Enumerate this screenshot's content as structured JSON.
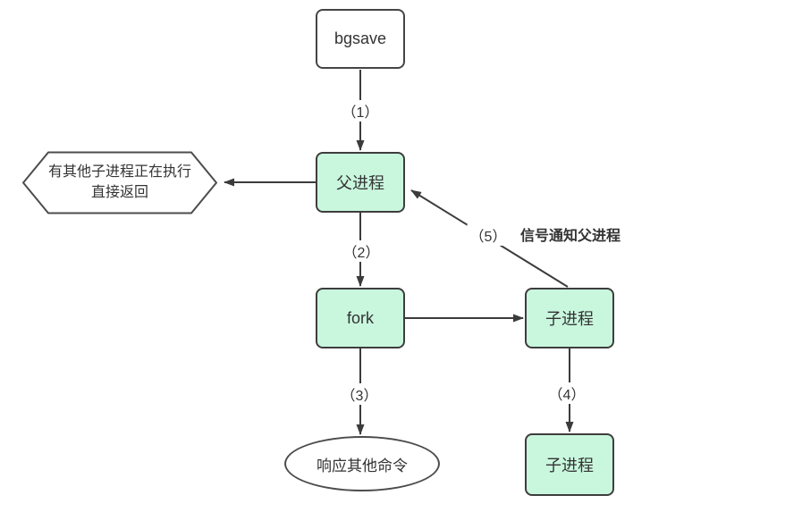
{
  "diagram": {
    "title_hint": "bgsave fork flow",
    "colors": {
      "node_green": "#c9f7de",
      "node_white": "#ffffff",
      "border": "#454545",
      "arrow": "#3b3b3b",
      "text": "#333333"
    },
    "nodes": {
      "bgsave": {
        "label": "bgsave",
        "shape": "rect",
        "fill": "white"
      },
      "parent": {
        "label": "父进程",
        "shape": "rect",
        "fill": "green"
      },
      "hexagon": {
        "line1": "有其他子进程正在执行",
        "line2": "直接返回",
        "shape": "hexagon",
        "fill": "white"
      },
      "fork": {
        "label": "fork",
        "shape": "rect",
        "fill": "green"
      },
      "child_mid": {
        "label": "子进程",
        "shape": "rect",
        "fill": "green"
      },
      "child_bottom": {
        "label": "子进程",
        "shape": "rect",
        "fill": "green"
      },
      "respond": {
        "label": "响应其他命令",
        "shape": "ellipse",
        "fill": "white"
      }
    },
    "edge_labels": {
      "step1": "（1）",
      "step2": "（2）",
      "step3": "（3）",
      "step4": "（4）",
      "step5": "（5）",
      "signal": "信号通知父进程"
    }
  }
}
